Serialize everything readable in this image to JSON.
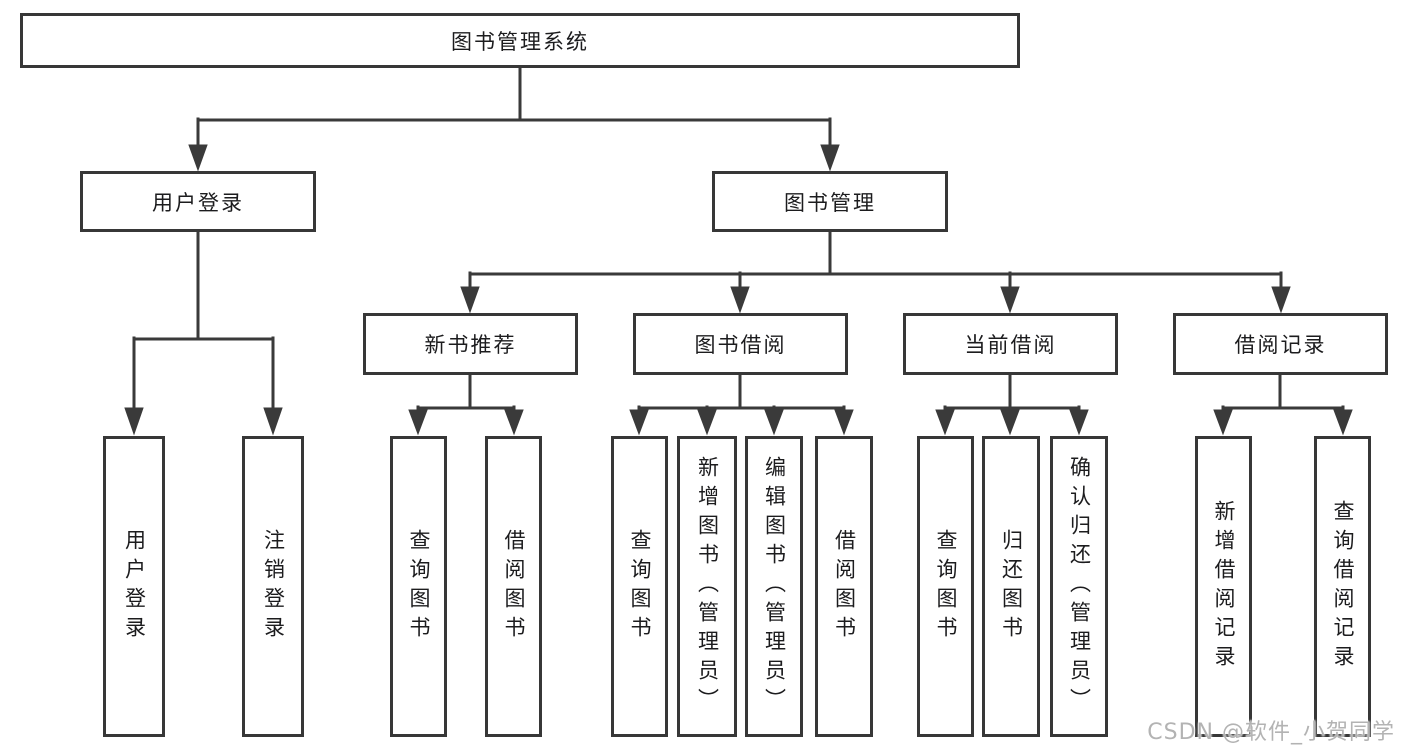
{
  "tree": {
    "root": "图书管理系统",
    "branches": [
      {
        "label": "用户登录",
        "children": [
          "用户登录",
          "注销登录"
        ]
      },
      {
        "label": "图书管理",
        "sections": [
          {
            "label": "新书推荐",
            "children": [
              "查询图书",
              "借阅图书"
            ]
          },
          {
            "label": "图书借阅",
            "children": [
              "查询图书",
              "新增图书（管理员）",
              "编辑图书（管理员）",
              "借阅图书"
            ]
          },
          {
            "label": "当前借阅",
            "children": [
              "查询图书",
              "归还图书",
              "确认归还（管理员）"
            ]
          },
          {
            "label": "借阅记录",
            "children": [
              "新增借阅记录",
              "查询借阅记录"
            ]
          }
        ]
      }
    ]
  },
  "watermark": {
    "text": "CSDN @软件_小贺同学"
  },
  "colors": {
    "line": "#3a3a3a",
    "border": "#373737",
    "text": "#1c1c1e",
    "watermark": "#b3b3b3",
    "background": "#ffffff"
  }
}
